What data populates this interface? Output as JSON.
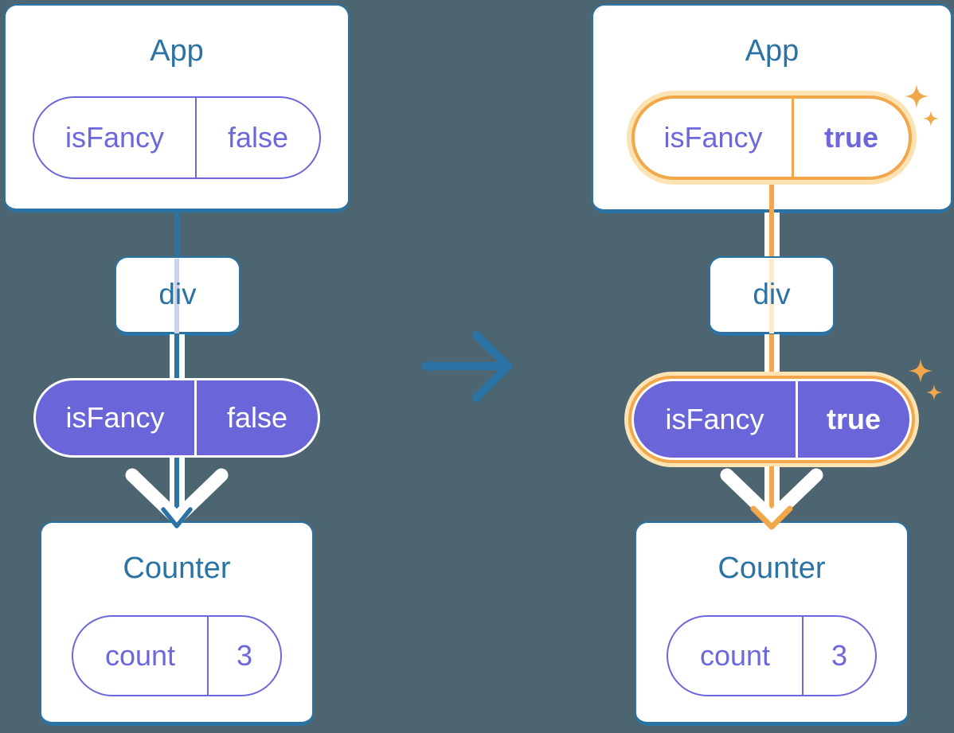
{
  "colors": {
    "background": "#4C6570",
    "blue": "#2B73A4",
    "purple": "#6C68DB",
    "purple_fill": "#6A66D9",
    "orange": "#F2A74A",
    "orange_light": "#FBE3B4",
    "stripe_blue": "#CBD3EE",
    "stripe_orange": "#FCEACC"
  },
  "before": {
    "app": {
      "title": "App",
      "prop_name": "isFancy",
      "prop_value": "false"
    },
    "div": {
      "title": "div"
    },
    "passed_prop": {
      "name": "isFancy",
      "value": "false"
    },
    "counter": {
      "title": "Counter",
      "state_name": "count",
      "state_value": "3"
    }
  },
  "after": {
    "app": {
      "title": "App",
      "prop_name": "isFancy",
      "prop_value": "true"
    },
    "div": {
      "title": "div"
    },
    "passed_prop": {
      "name": "isFancy",
      "value": "true"
    },
    "counter": {
      "title": "Counter",
      "state_name": "count",
      "state_value": "3"
    }
  }
}
